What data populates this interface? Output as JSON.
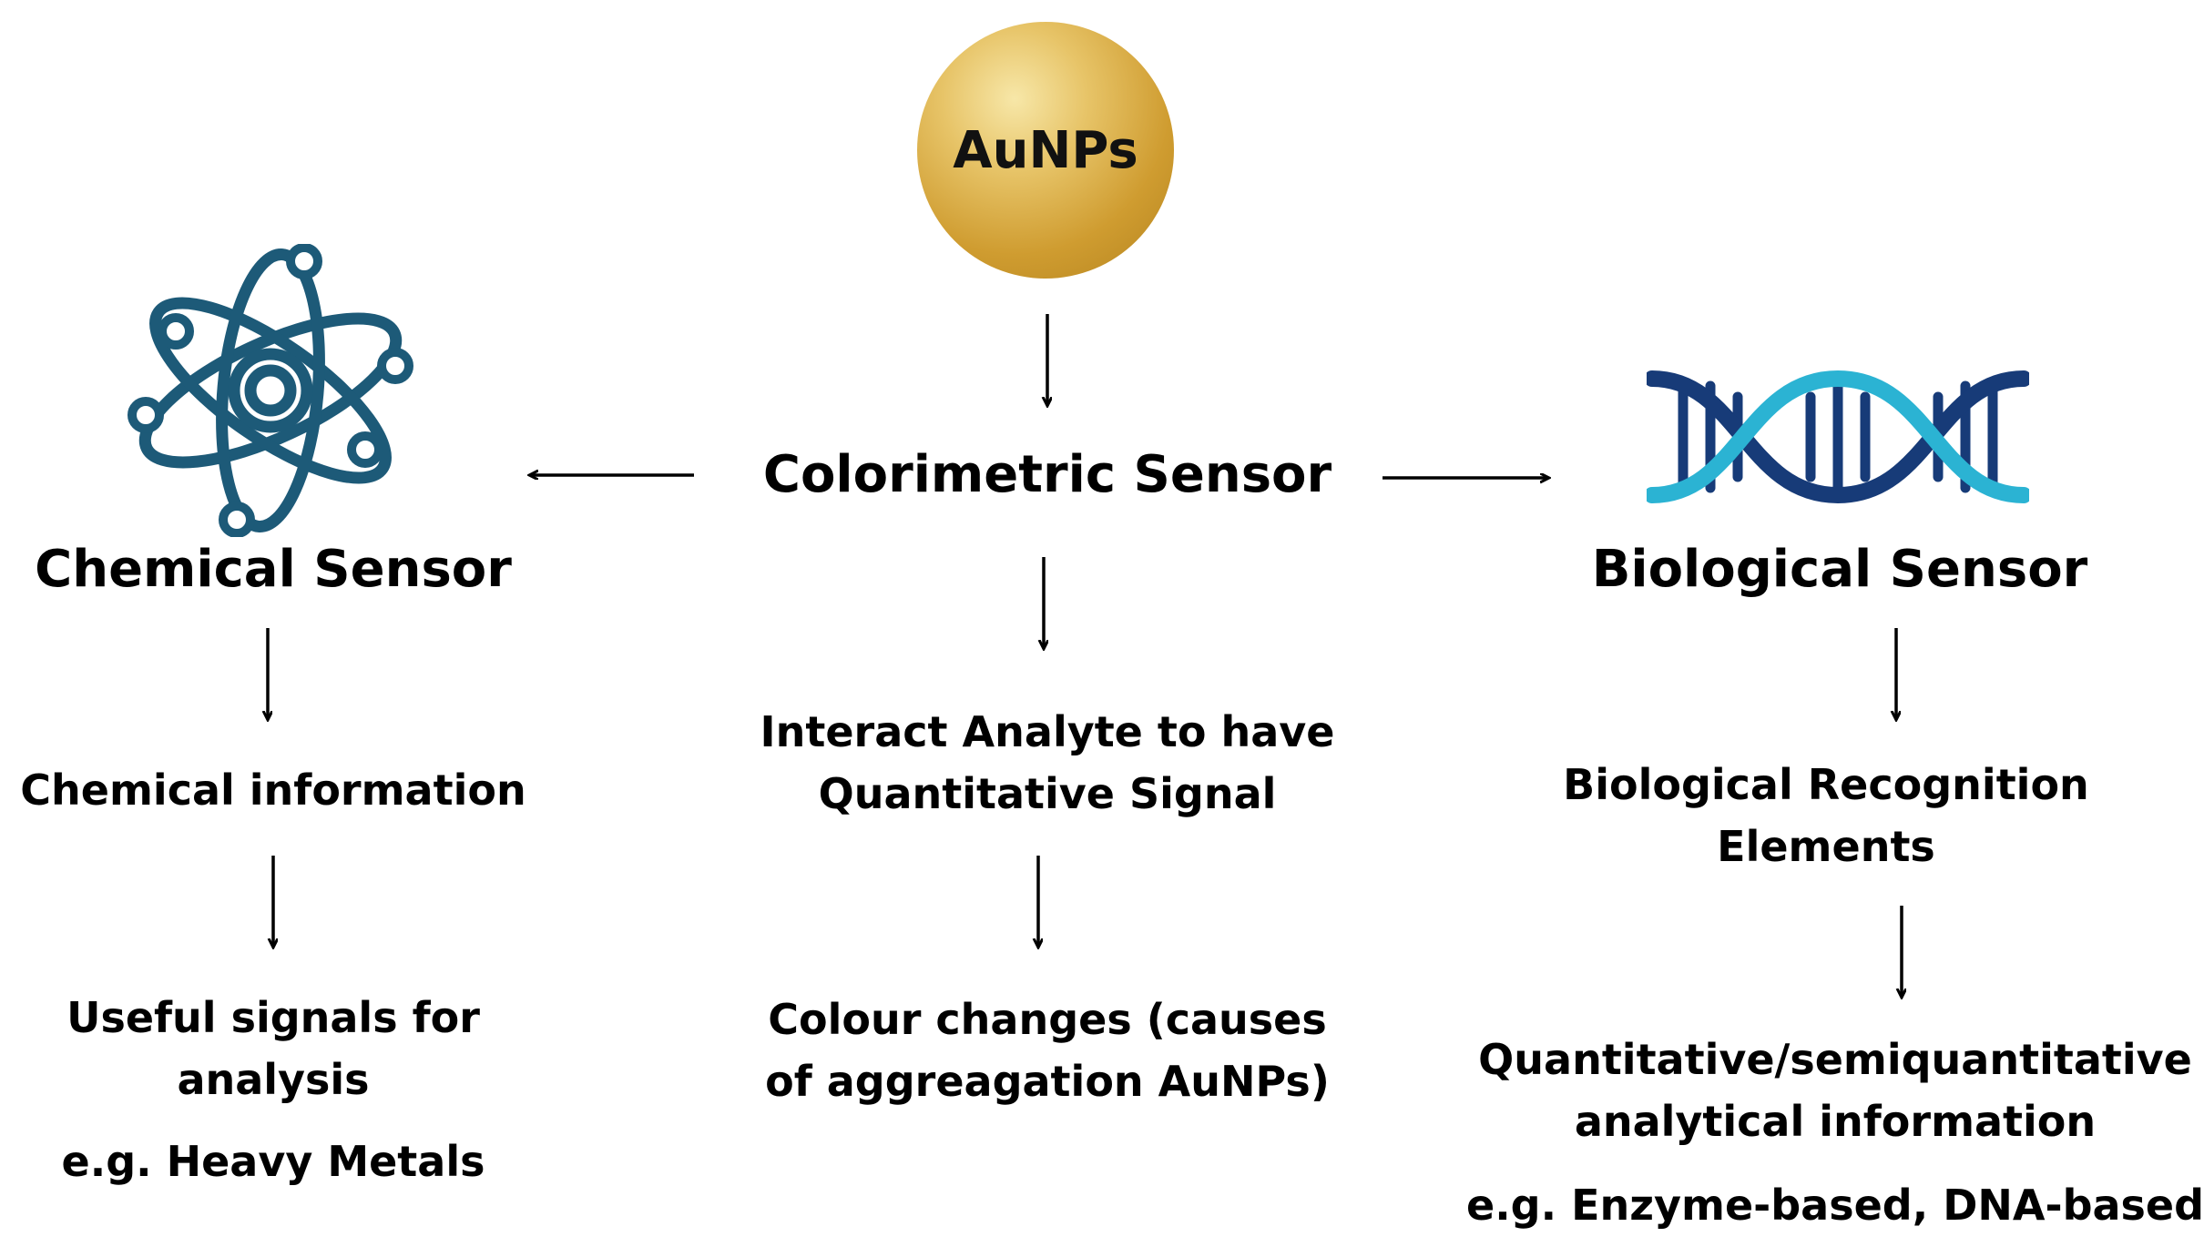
{
  "center": {
    "badge": "AuNPs",
    "sensor": "Colorimetric Sensor",
    "step1": [
      "Interact Analyte to have",
      "Quantitative Signal"
    ],
    "step2": [
      "Colour changes (causes",
      "of aggreagation AuNPs)"
    ]
  },
  "left": {
    "sensor": "Chemical Sensor",
    "step1": "Chemical information",
    "step2": [
      "Useful signals for",
      "analysis"
    ],
    "example": "e.g. Heavy Metals"
  },
  "right": {
    "sensor": "Biological Sensor",
    "step1": [
      "Biological Recognition",
      "Elements"
    ],
    "step2": [
      "Quantitative/semiquantitative",
      "analytical information"
    ],
    "example": "e.g. Enzyme-based, DNA-based"
  },
  "colors": {
    "gold_light": "#f7e7a8",
    "gold_dark": "#b4831e",
    "atom_icon": "#1d5a78",
    "dna_dark": "#173b78",
    "dna_light": "#2bb3d3"
  },
  "icons": {
    "left": "atom-icon",
    "right": "dna-icon"
  }
}
